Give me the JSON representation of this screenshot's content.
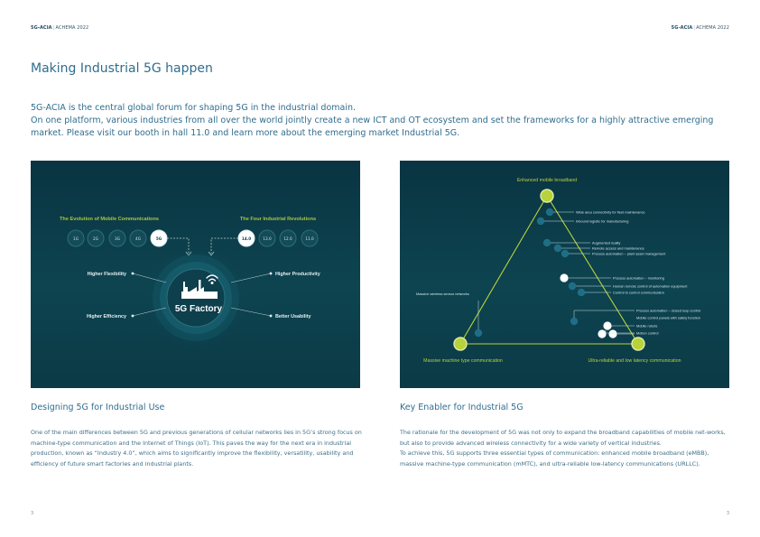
{
  "header": {
    "left": {
      "brand": "5G-ACIA",
      "event": "ACHEMA 2022"
    },
    "right": {
      "brand": "5G-ACIA",
      "event": "ACHEMA 2022"
    }
  },
  "title": "Making Industrial 5G happen",
  "intro": {
    "line1": "5G-ACIA is the central global forum for shaping 5G in the industrial domain.",
    "line2": "On one platform, various industries from all over the world jointly create a new ICT and OT ecosystem and set the frameworks for a highly attractive emerging market. Please visit our booth in hall 11.0 and learn more about the emerging market Industrial 5G."
  },
  "left_figure": {
    "evolution_title": "The Evolution of Mobile Communications",
    "revolutions_title": "The Four Industrial Revolutions",
    "generations": [
      "1G",
      "2G",
      "3G",
      "4G",
      "5G"
    ],
    "revolutions": [
      "14.0",
      "13.0",
      "12.0",
      "11.0"
    ],
    "center_label": "5G Factory",
    "features": {
      "flexibility": "Higher Flexibility",
      "productivity": "Higher Productivity",
      "efficiency": "Higher Efficiency",
      "usability": "Better Usability"
    },
    "colors": {
      "accent": "#a8c83a",
      "background": "#0c3f4c"
    }
  },
  "right_figure": {
    "embb": "Enhanced mobile broadband",
    "mmtc": "Massive machine type communication",
    "urllc": "Ultra-reliable and low latency communication",
    "mmtc_item": "Massive wireless sensor networks",
    "items": [
      "Wide area connectivity for fleet maintenance",
      "Inbound logistic for manufacturing",
      "Augmented reality",
      "Remote access and maintenance",
      "Process automation – plant asset management",
      "Process automation – monitoring",
      "Human remote control of automation equipment",
      "Control to control communication",
      "Process automation – closed loop control",
      "Mobile control panels with safety function",
      "Mobile robots",
      "Motion control"
    ],
    "colors": {
      "accent": "#b8d23a",
      "dot": "#1f6e85"
    }
  },
  "sections": {
    "left": {
      "title": "Designing 5G for Industrial Use",
      "body": "One of the main differences between 5G and previous generations of cellular networks lies in 5G’s strong focus on machine-type communication and the Internet of Things (IoT). This paves the way for the next era in industrial production, known as “Industry 4.0”, which aims to significantly improve the flexibility, versatility, usability and efficiency of future smart factories and industrial plants."
    },
    "right": {
      "title": "Key Enabler for Industrial 5G",
      "body1": "The rationale for the development of 5G was not only to expand the broadband capabilities of mobile net-works, but also to provide advanced wireless connectivity for a wide variety of vertical industries.",
      "body2": "To achieve this, 5G supports three essential types of communication: enhanced mobile broadband (eMBB), massive machine-type communication (mMTC), and ultra-reliable low-latency communications (URLLC)."
    }
  },
  "page_numbers": {
    "left": "3",
    "right": "3"
  }
}
